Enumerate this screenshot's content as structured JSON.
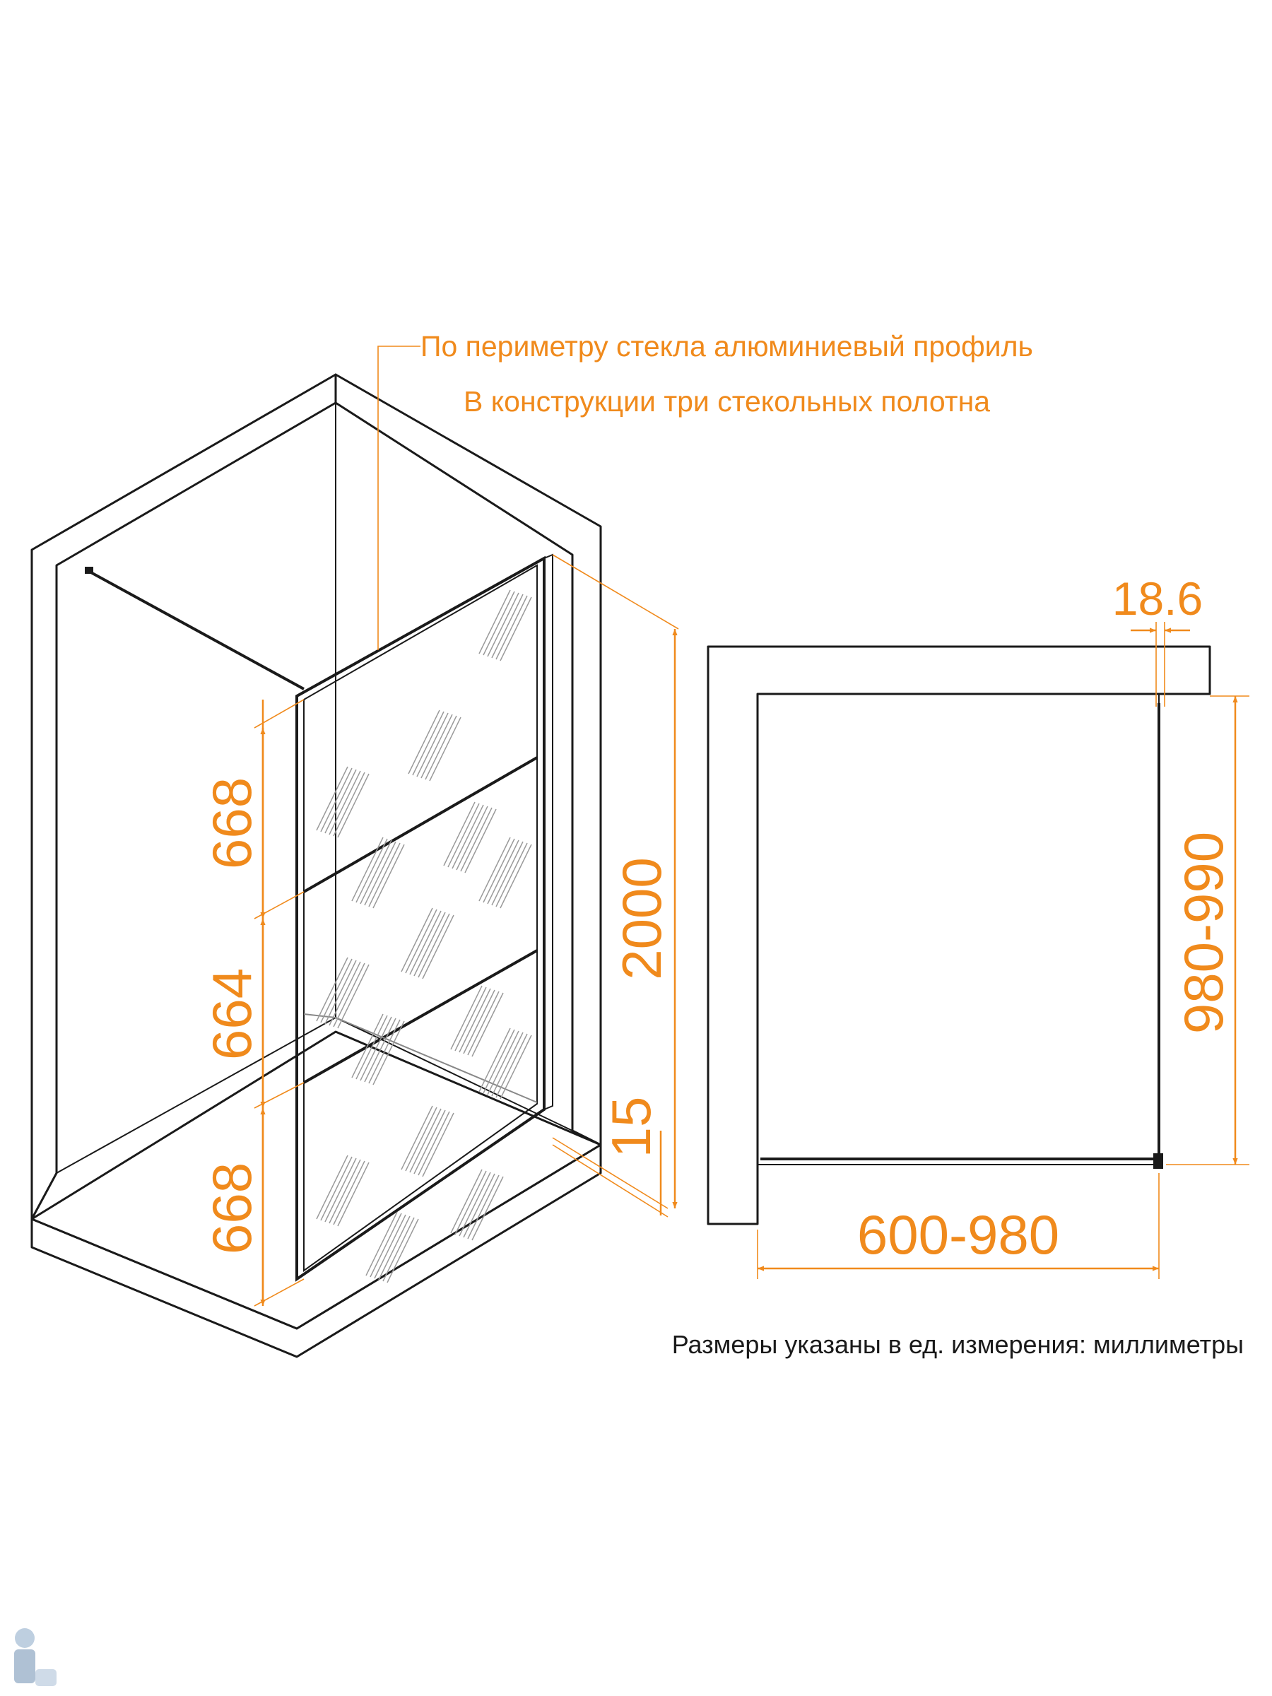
{
  "notes": {
    "line1": "По периметру стекла алюминиевый профиль",
    "line2": "В конструкции три стекольных полотна"
  },
  "dimensions": {
    "panel_top": "668",
    "panel_middle": "664",
    "panel_bottom": "668",
    "total_height": "2000",
    "bottom_gap": "15",
    "profile_thickness": "18.6",
    "depth_range": "980-990",
    "width_range": "600-980"
  },
  "footer": {
    "units_note": "Размеры указаны в ед. измерения: миллиметры"
  },
  "colors": {
    "dimension": "#f08a1c",
    "outline": "#1a1a1a",
    "background": "#ffffff"
  }
}
